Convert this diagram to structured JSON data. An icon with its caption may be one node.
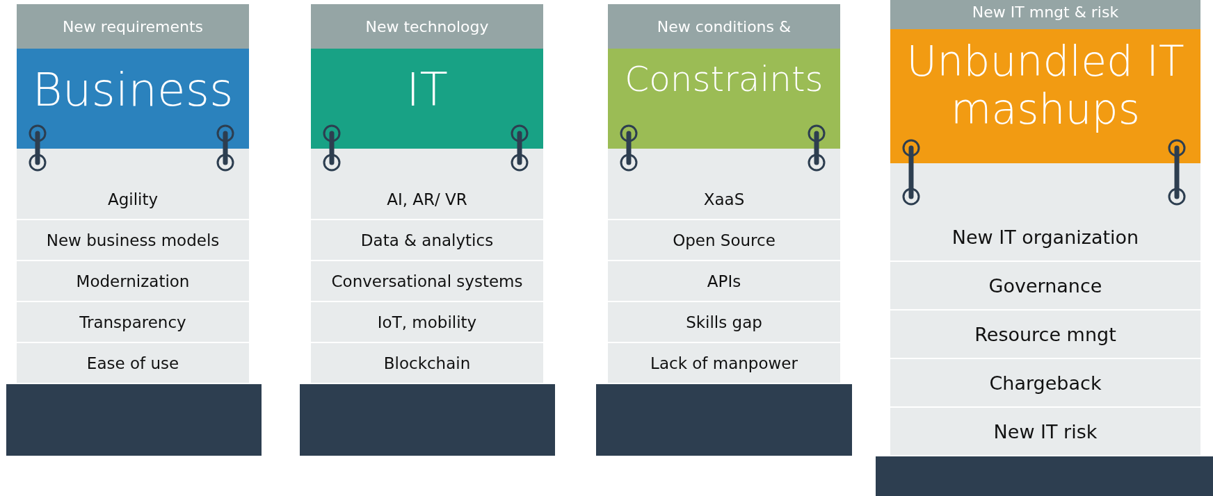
{
  "diagram": {
    "nodes": [
      {
        "text": [
          "New requirements",
          "Business"
        ]
      },
      {
        "text": [
          "Agility"
        ],
        "in": 0
      },
      {
        "text": [
          "New business models"
        ],
        "in": 0
      },
      {
        "text": [
          "Modernization"
        ],
        "in": 0
      },
      {
        "text": [
          "Transparency"
        ],
        "in": 0
      },
      {
        "text": [
          "Ease of use"
        ],
        "in": 0
      },
      {
        "text": [
          "New technology",
          "IT"
        ]
      },
      {
        "text": [
          "AI, AR/ VR"
        ],
        "in": 6
      },
      {
        "text": [
          "Data & analytics"
        ],
        "in": 6
      },
      {
        "text": [
          "Conversational systems"
        ],
        "in": 6
      },
      {
        "text": [
          "IoT, mobility"
        ],
        "in": 6
      },
      {
        "text": [
          "Blockchain"
        ],
        "in": 6
      },
      {
        "text": [
          "New conditions &",
          "Constraints"
        ]
      },
      {
        "text": [
          "XaaS"
        ],
        "in": 12
      },
      {
        "text": [
          "Open Source"
        ],
        "in": 12
      },
      {
        "text": [
          "APIs"
        ],
        "in": 12
      },
      {
        "text": [
          "Skills gap"
        ],
        "in": 12
      },
      {
        "text": [
          "Lack of manpower"
        ],
        "in": 12
      },
      {
        "text": [
          "New IT mngt & risk",
          "Unbundled IT mashups"
        ]
      },
      {
        "text": [
          "New IT organization"
        ],
        "in": 18
      },
      {
        "text": [
          "Governance"
        ],
        "in": 18
      },
      {
        "text": [
          "Resource mngt"
        ],
        "in": 18
      },
      {
        "text": [
          "Chargeback"
        ],
        "in": 18
      },
      {
        "text": [
          "New IT risk"
        ],
        "in": 18
      },
      {
        "text": [],
        "shape": "box"
      },
      {
        "text": [],
        "shape": "box"
      },
      {
        "text": [],
        "shape": "box"
      },
      {
        "text": [],
        "shape": "box"
      }
    ]
  }
}
